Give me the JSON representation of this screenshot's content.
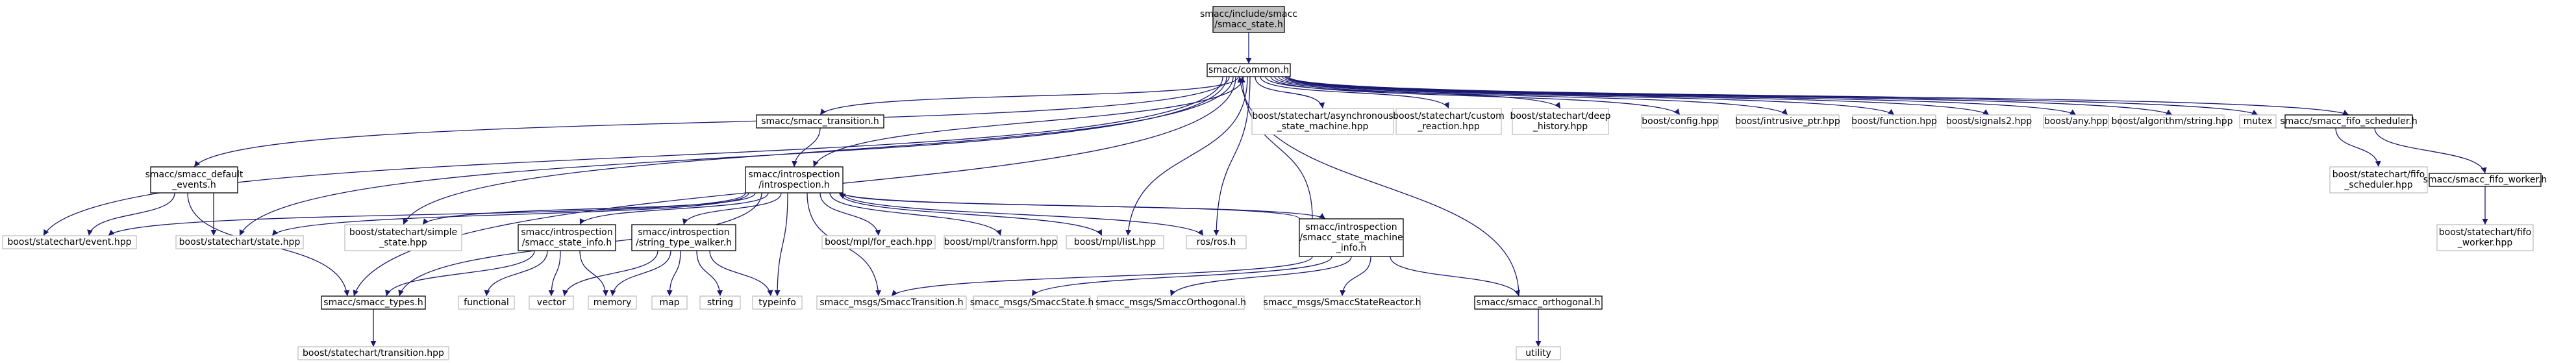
{
  "colors": {
    "edge": "#191970",
    "doc_border": "#000000",
    "doc_fill": "#ffffff",
    "external_border": "#bfbfbf",
    "root_fill": "#bfbfbf"
  },
  "nodes": {
    "root": [
      "smacc/include/smacc",
      "/smacc_state.h"
    ],
    "common": [
      "smacc/common.h"
    ],
    "transition": [
      "smacc/smacc_transition.h"
    ],
    "default_events": [
      "smacc/smacc_default",
      "_events.h"
    ],
    "introspection": [
      "smacc/introspection",
      "/introspection.h"
    ],
    "async_sm": [
      "boost/statechart/asynchronous",
      "_state_machine.hpp"
    ],
    "custom_reaction": [
      "boost/statechart/custom",
      "_reaction.hpp"
    ],
    "deep_history": [
      "boost/statechart/deep",
      "_history.hpp"
    ],
    "config": [
      "boost/config.hpp"
    ],
    "intrusive_ptr": [
      "boost/intrusive_ptr.hpp"
    ],
    "function": [
      "boost/function.hpp"
    ],
    "signals2": [
      "boost/signals2.hpp"
    ],
    "any": [
      "boost/any.hpp"
    ],
    "algorithm_string": [
      "boost/algorithm/string.hpp"
    ],
    "mutex": [
      "mutex"
    ],
    "fifo_scheduler": [
      "smacc/smacc_fifo_scheduler.h"
    ],
    "sc_fifo_scheduler": [
      "boost/statechart/fifo",
      "_scheduler.hpp"
    ],
    "fifo_worker": [
      "smacc/smacc_fifo_worker.h"
    ],
    "sc_fifo_worker": [
      "boost/statechart/fifo",
      "_worker.hpp"
    ],
    "event": [
      "boost/statechart/event.hpp"
    ],
    "state": [
      "boost/statechart/state.hpp"
    ],
    "simple_state": [
      "boost/statechart/simple",
      "_state.hpp"
    ],
    "state_info": [
      "smacc/introspection",
      "/smacc_state_info.h"
    ],
    "string_type_walker": [
      "smacc/introspection",
      "/string_type_walker.h"
    ],
    "for_each": [
      "boost/mpl/for_each.hpp"
    ],
    "transform": [
      "boost/mpl/transform.hpp"
    ],
    "mpl_list": [
      "boost/mpl/list.hpp"
    ],
    "ros": [
      "ros/ros.h"
    ],
    "sm_info": [
      "smacc/introspection",
      "/smacc_state_machine",
      "_info.h"
    ],
    "smacc_types": [
      "smacc/smacc_types.h"
    ],
    "functional": [
      "functional"
    ],
    "vector": [
      "vector"
    ],
    "memory": [
      "memory"
    ],
    "map": [
      "map"
    ],
    "string": [
      "string"
    ],
    "typeinfo": [
      "typeinfo"
    ],
    "msg_transition": [
      "smacc_msgs/SmaccTransition.h"
    ],
    "msg_state": [
      "smacc_msgs/SmaccState.h"
    ],
    "msg_orthogonal": [
      "smacc_msgs/SmaccOrthogonal.h"
    ],
    "msg_state_reactor": [
      "smacc_msgs/SmaccStateReactor.h"
    ],
    "orthogonal": [
      "smacc/smacc_orthogonal.h"
    ],
    "sc_transition": [
      "boost/statechart/transition.hpp"
    ],
    "utility": [
      "utility"
    ]
  }
}
